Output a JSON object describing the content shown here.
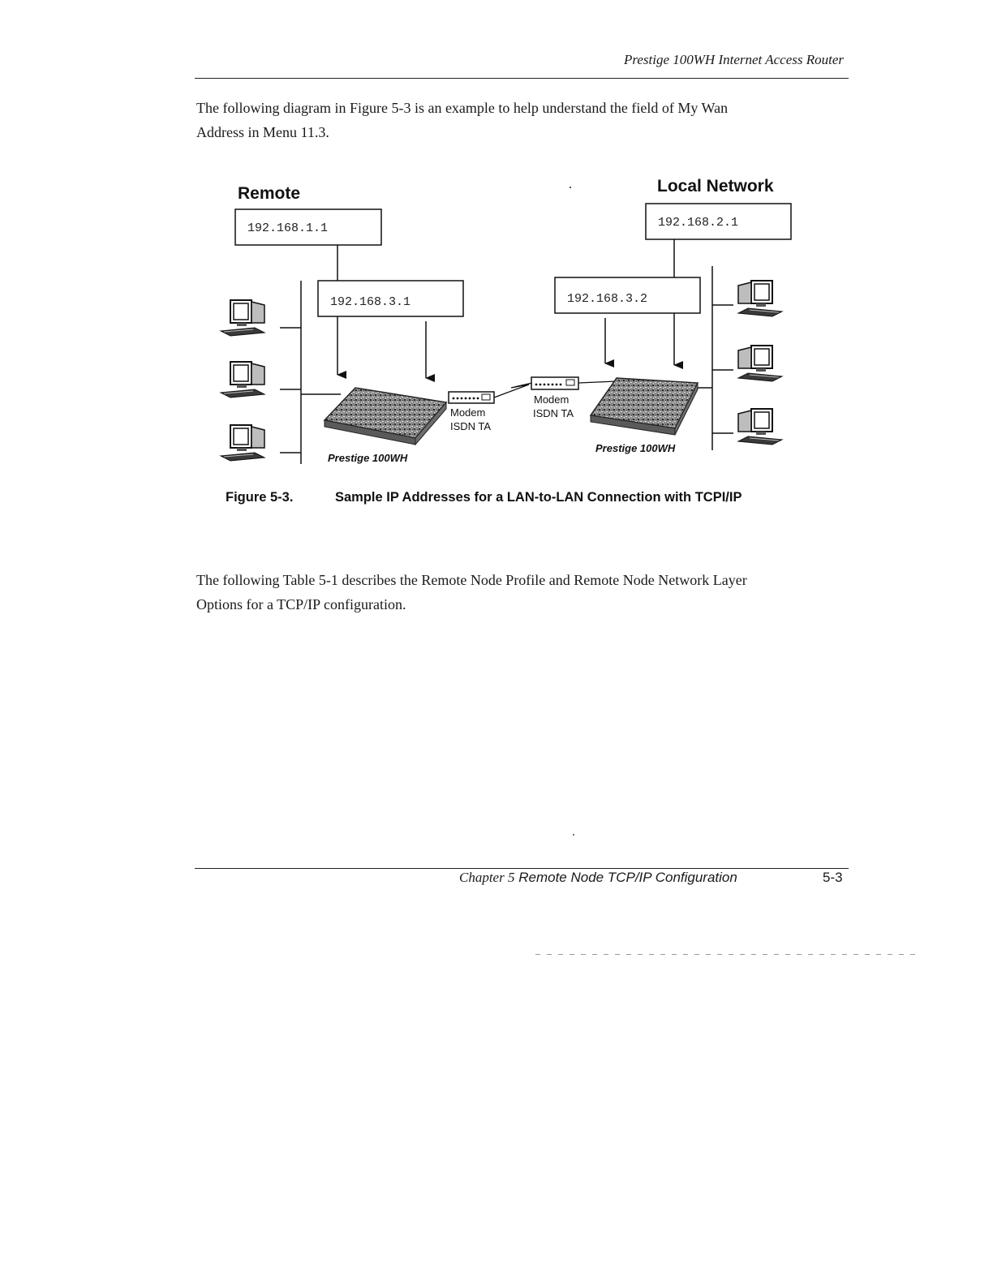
{
  "header": {
    "title": "Prestige 100WH Internet Access Router"
  },
  "intro": {
    "line1": "The following diagram in Figure 5-3 is an example to help understand the field of My Wan",
    "line2": "Address in Menu 11.3."
  },
  "diagram": {
    "remote_label": "Remote",
    "local_label": "Local Network",
    "remote_lan_ip": "192.168.1.1",
    "local_lan_ip": "192.168.2.1",
    "remote_wan_ip": "192.168.3.1",
    "local_wan_ip": "192.168.3.2",
    "remote_modem_line1": "Modem",
    "remote_modem_line2": "ISDN TA",
    "local_modem_line1": "Modem",
    "local_modem_line2": "ISDN TA",
    "remote_router_label": "Prestige 100WH",
    "local_router_label": "Prestige 100WH"
  },
  "figure": {
    "number": "Figure 5-3.",
    "caption": "Sample IP Addresses for a LAN-to-LAN Connection with TCPI/IP"
  },
  "table_intro": {
    "line1": "The following Table 5-1 describes the Remote Node Profile and Remote Node Network Layer",
    "line2": "Options for a TCP/IP configuration."
  },
  "footer": {
    "chapter_num": "Chapter 5",
    "chapter_title": "Remote Node TCP/IP Configuration",
    "page_number": "5-3"
  }
}
